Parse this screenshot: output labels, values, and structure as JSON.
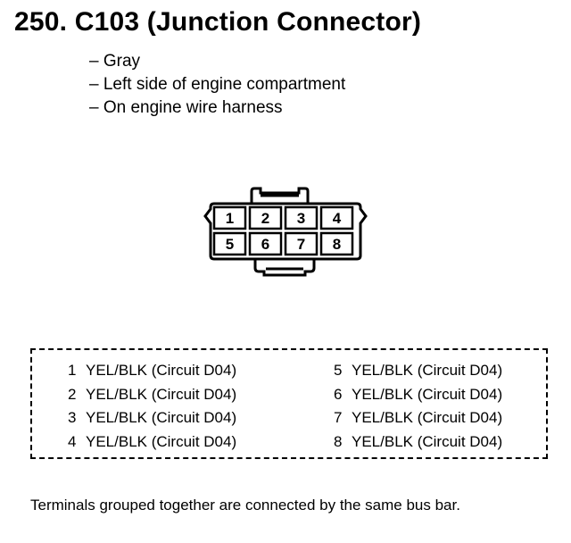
{
  "header": {
    "title": "250. C103 (Junction Connector)"
  },
  "details": [
    "– Gray",
    "– Left side of engine compartment",
    "– On engine wire harness"
  ],
  "connector": {
    "cavities": [
      {
        "label": "1",
        "filled": false
      },
      {
        "label": "2",
        "filled": false
      },
      {
        "label": "3",
        "filled": false
      },
      {
        "label": "4",
        "filled": false
      },
      {
        "label": "5",
        "filled": false
      },
      {
        "label": "6",
        "filled": false
      },
      {
        "label": "7",
        "filled": false
      },
      {
        "label": "8",
        "filled": false
      }
    ]
  },
  "pins": [
    {
      "num": "1",
      "desc": "YEL/BLK (Circuit D04)"
    },
    {
      "num": "2",
      "desc": "YEL/BLK (Circuit D04)"
    },
    {
      "num": "3",
      "desc": "YEL/BLK (Circuit D04)"
    },
    {
      "num": "4",
      "desc": "YEL/BLK (Circuit D04)"
    },
    {
      "num": "5",
      "desc": "YEL/BLK (Circuit D04)"
    },
    {
      "num": "6",
      "desc": "YEL/BLK (Circuit D04)"
    },
    {
      "num": "7",
      "desc": "YEL/BLK (Circuit D04)"
    },
    {
      "num": "8",
      "desc": "YEL/BLK (Circuit D04)"
    }
  ],
  "footnote": "Terminals grouped together are connected by the same bus bar."
}
